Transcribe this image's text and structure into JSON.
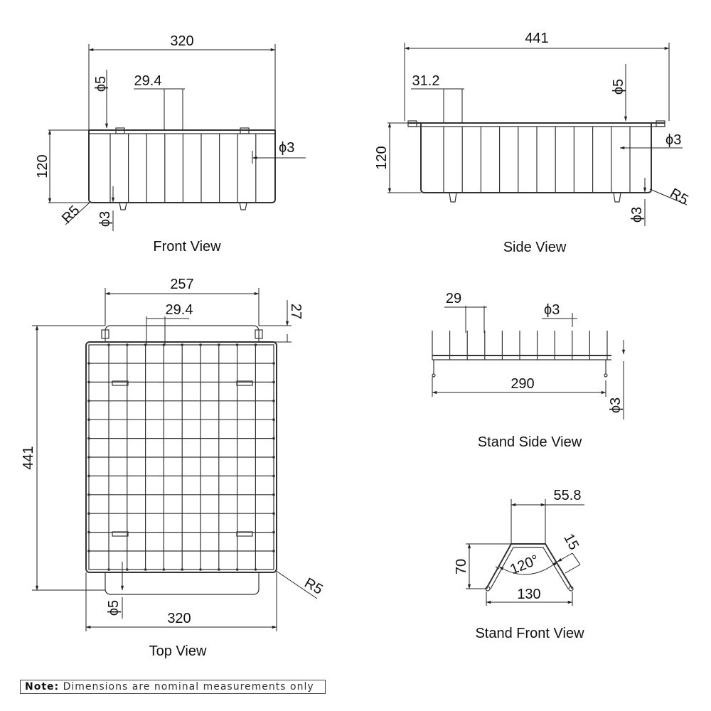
{
  "views": {
    "front": {
      "title": "Front View",
      "dims": {
        "width": "320",
        "pitch": "29.4",
        "wire_top": "ϕ5",
        "height": "120",
        "wire_side": "ϕ3",
        "radius": "R5",
        "wire_bottom": "ϕ3"
      }
    },
    "side": {
      "title": "Side View",
      "dims": {
        "length": "441",
        "pitch": "31.2",
        "wire_top": "ϕ5",
        "wire_side": "ϕ3",
        "height": "120",
        "radius": "R5",
        "wire_bottom": "ϕ3"
      }
    },
    "top": {
      "title": "Top View",
      "dims": {
        "handle_span": "257",
        "pitch": "29.4",
        "handle_depth": "27",
        "length": "441",
        "width": "320",
        "wire": "ϕ5",
        "radius": "R5"
      }
    },
    "stand_side": {
      "title": "Stand Side View",
      "dims": {
        "pitch": "29",
        "wire_top": "ϕ3",
        "length": "290",
        "wire_bottom": "ϕ3"
      }
    },
    "stand_front": {
      "title": "Stand Front View",
      "dims": {
        "top_width": "55.8",
        "height": "70",
        "angle": "120°",
        "leg": "15",
        "base_width": "130"
      }
    }
  },
  "note": {
    "label": "Note:",
    "text": "Dimensions are nominal measurements only"
  }
}
